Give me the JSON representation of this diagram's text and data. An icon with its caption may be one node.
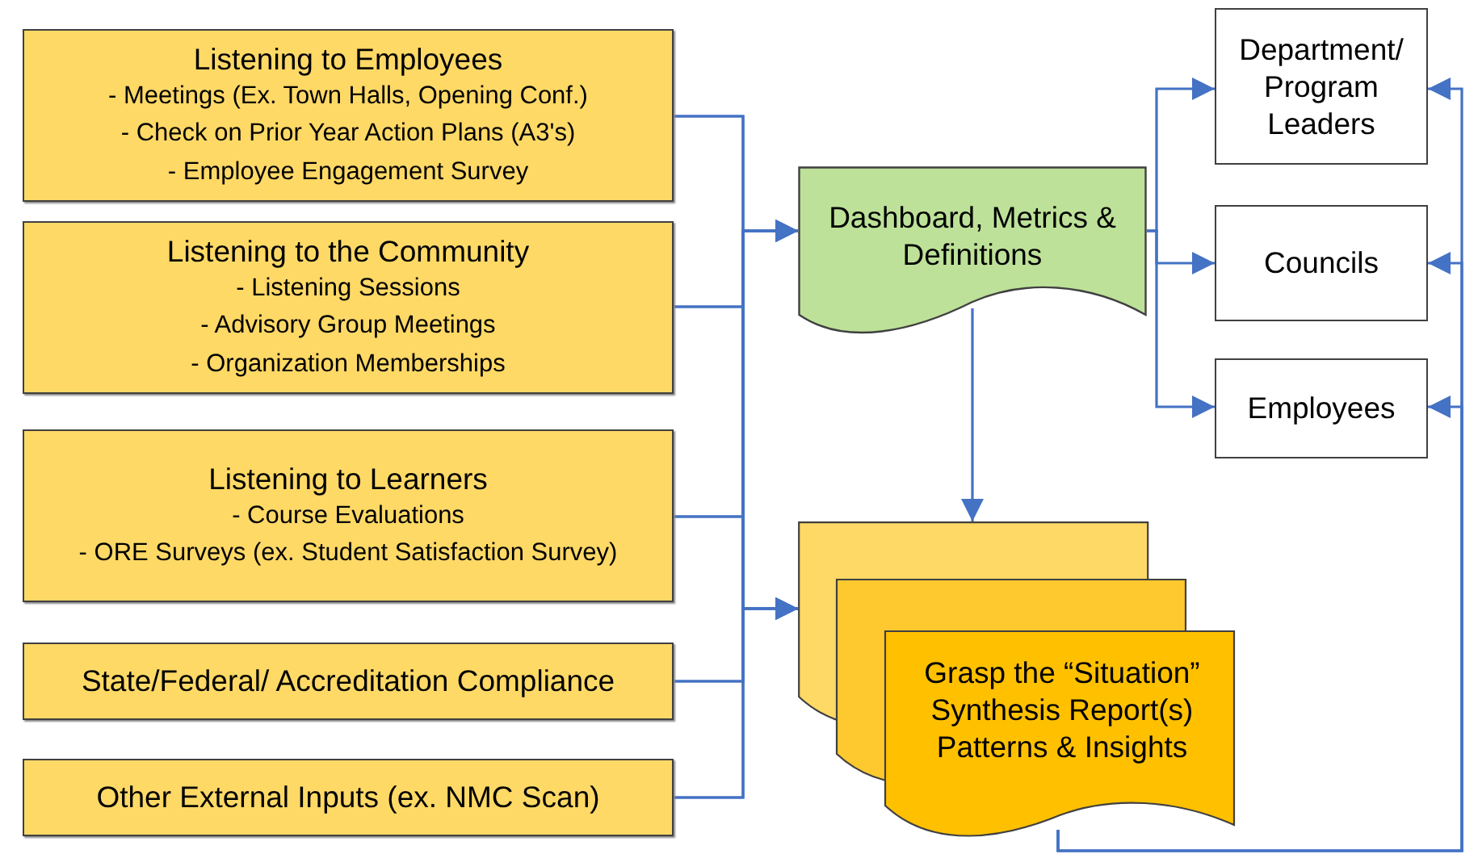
{
  "diagram": {
    "nodes": [
      {
        "text": [
          "Listening to Employees",
          "- Meetings (Ex. Town Halls, Opening Conf.)",
          "- Check on Prior Year Action Plans (A3's)",
          "- Employee Engagement Survey"
        ]
      },
      {
        "text": [
          "Listening to the Community",
          "- Listening Sessions",
          "- Advisory Group Meetings",
          "- Organization Memberships"
        ]
      },
      {
        "text": [
          "Listening to Learners",
          "- Course Evaluations",
          "- ORE Surveys (ex. Student Satisfaction Survey)"
        ]
      },
      {
        "text": [
          "State/Federal/ Accreditation Compliance"
        ]
      },
      {
        "text": [
          "Other External Inputs (ex. NMC Scan)"
        ]
      },
      {
        "text": [
          "Dashboard, Metrics & Definitions"
        ]
      },
      {
        "text": [
          "Grasp the “Situation” Synthesis Report(s) Patterns & Insights"
        ]
      },
      {
        "text": [
          "Department/ Program Leaders"
        ]
      },
      {
        "text": [
          "Councils"
        ]
      },
      {
        "text": [
          "Employees"
        ]
      }
    ],
    "edges": [
      {
        "from": 0,
        "to": 5,
        "arrow": "to"
      },
      {
        "from": 1,
        "to": 5,
        "arrow": "to"
      },
      {
        "from": 2,
        "to": 5,
        "arrow": "to"
      },
      {
        "from": 3,
        "to": 5,
        "arrow": "to"
      },
      {
        "from": 4,
        "to": 5,
        "arrow": "to"
      },
      {
        "from": 0,
        "to": 6,
        "arrow": "to"
      },
      {
        "from": 1,
        "to": 6,
        "arrow": "to"
      },
      {
        "from": 2,
        "to": 6,
        "arrow": "to"
      },
      {
        "from": 3,
        "to": 6,
        "arrow": "to"
      },
      {
        "from": 4,
        "to": 6,
        "arrow": "to"
      },
      {
        "from": 5,
        "to": 6,
        "arrow": "to"
      },
      {
        "from": 5,
        "to": 7,
        "arrow": "to"
      },
      {
        "from": 5,
        "to": 8,
        "arrow": "to"
      },
      {
        "from": 5,
        "to": 9,
        "arrow": "to"
      },
      {
        "from": 6,
        "to": 7,
        "arrow": "to"
      },
      {
        "from": 6,
        "to": 8,
        "arrow": "to"
      },
      {
        "from": 6,
        "to": 9,
        "arrow": "to"
      }
    ]
  }
}
